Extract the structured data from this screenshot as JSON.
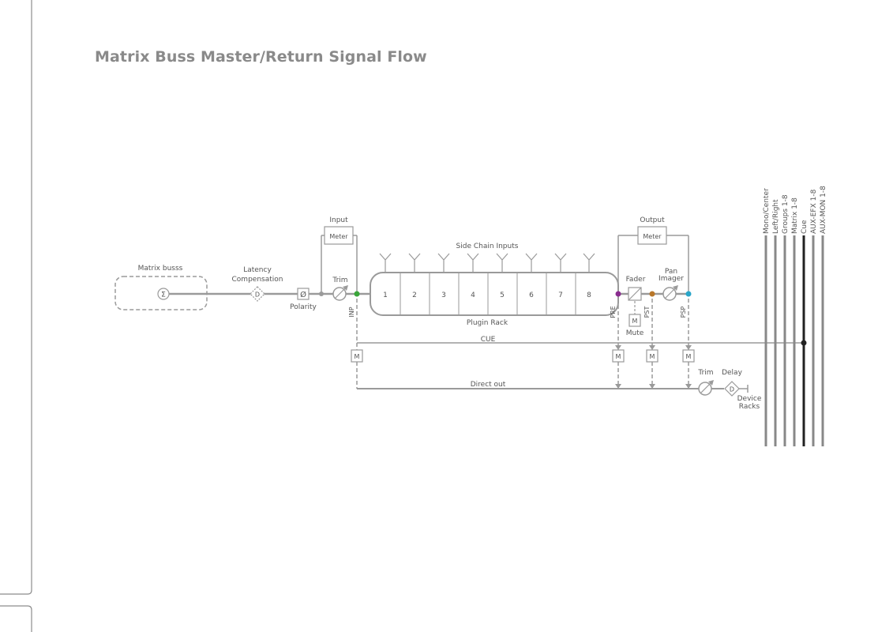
{
  "page": {
    "title": "Matrix Buss Master/Return Signal Flow"
  },
  "diagram": {
    "matrix_busss": "Matrix busss",
    "sum_symbol": "Σ",
    "latency_line1": "Latency",
    "latency_line2": "Compensation",
    "delay_symbol": "D",
    "polarity": "Polarity",
    "polarity_symbol": "Ø",
    "trim": "Trim",
    "input": "Input",
    "meter": "Meter",
    "inp": "INP",
    "side_chain_inputs": "Side Chain Inputs",
    "plugin_slots": [
      "1",
      "2",
      "3",
      "4",
      "5",
      "6",
      "7",
      "8"
    ],
    "plugin_rack": "Plugin Rack",
    "output": "Output",
    "pre": "PRE",
    "fader": "Fader",
    "mute": "Mute",
    "mute_symbol": "M",
    "pst": "PST",
    "pan_line1": "Pan",
    "pan_line2": "Imager",
    "psp": "PSP",
    "cue": "CUE",
    "direct_out": "Direct out",
    "trim2": "Trim",
    "delay": "Delay",
    "device_line1": "Device",
    "device_line2": "Racks",
    "bus_labels": [
      "Mono/Center",
      "Left/Right",
      "Groups 1-8",
      "Matrix 1-8",
      "Cue",
      "AUX-EFX 1-8",
      "AUX-MON 1-8"
    ],
    "colors": {
      "inp": "#3aa63a",
      "pre": "#8a2d8f",
      "pst": "#b8772a",
      "psp": "#2aa6c9",
      "line": "#9a9a9a",
      "cue_bus": "#222222"
    }
  }
}
